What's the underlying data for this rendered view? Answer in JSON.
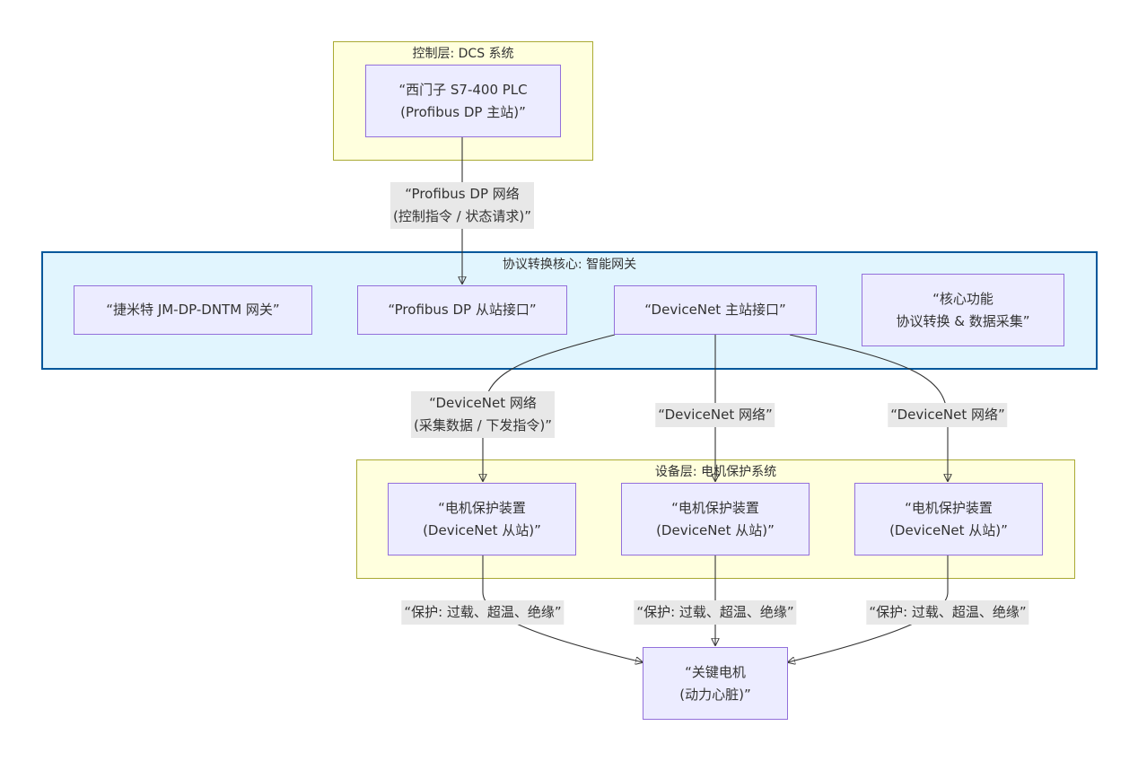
{
  "clusters": {
    "dcs": {
      "title": "控制层: DCS 系统"
    },
    "gateway": {
      "title": "协议转换核心: 智能网关"
    },
    "device": {
      "title": "设备层: 电机保护系统"
    }
  },
  "nodes": {
    "plc": "“西门子 S7-400 PLC\n(Profibus DP 主站)”",
    "gateway_model": "“捷米特 JM-DP-DNTM 网关”",
    "profibus_slave": "“Profibus DP 从站接口”",
    "devicenet_master": "“DeviceNet 主站接口”",
    "core_function": "“核心功能\n协议转换 & 数据采集”",
    "motor_protect_1": "“电机保护装置\n(DeviceNet 从站)”",
    "motor_protect_2": "“电机保护装置\n(DeviceNet 从站)”",
    "motor_protect_3": "“电机保护装置\n(DeviceNet 从站)”",
    "key_motor": "“关键电机\n(动力心脏)”"
  },
  "edge_labels": {
    "profibus_network": "“Profibus DP 网络\n(控制指令 / 状态请求)”",
    "devicenet_1": "“DeviceNet 网络\n(采集数据 / 下发指令)”",
    "devicenet_2": "“DeviceNet 网络”",
    "devicenet_3": "“DeviceNet 网络”",
    "protect_1": "“保护: 过载、超温、绝缘”",
    "protect_2": "“保护: 过载、超温、绝缘”",
    "protect_3": "“保护: 过载、超温、绝缘”"
  },
  "colors": {
    "node_fill": "#ececff",
    "node_border": "#9370db",
    "cluster_yellow_fill": "#ffffde",
    "cluster_yellow_border": "#aaaa33",
    "cluster_blue_fill": "#e1f5fe",
    "cluster_blue_border": "#01579b",
    "edge_label_bg": "#e8e8e8",
    "edge_stroke": "#333333"
  }
}
